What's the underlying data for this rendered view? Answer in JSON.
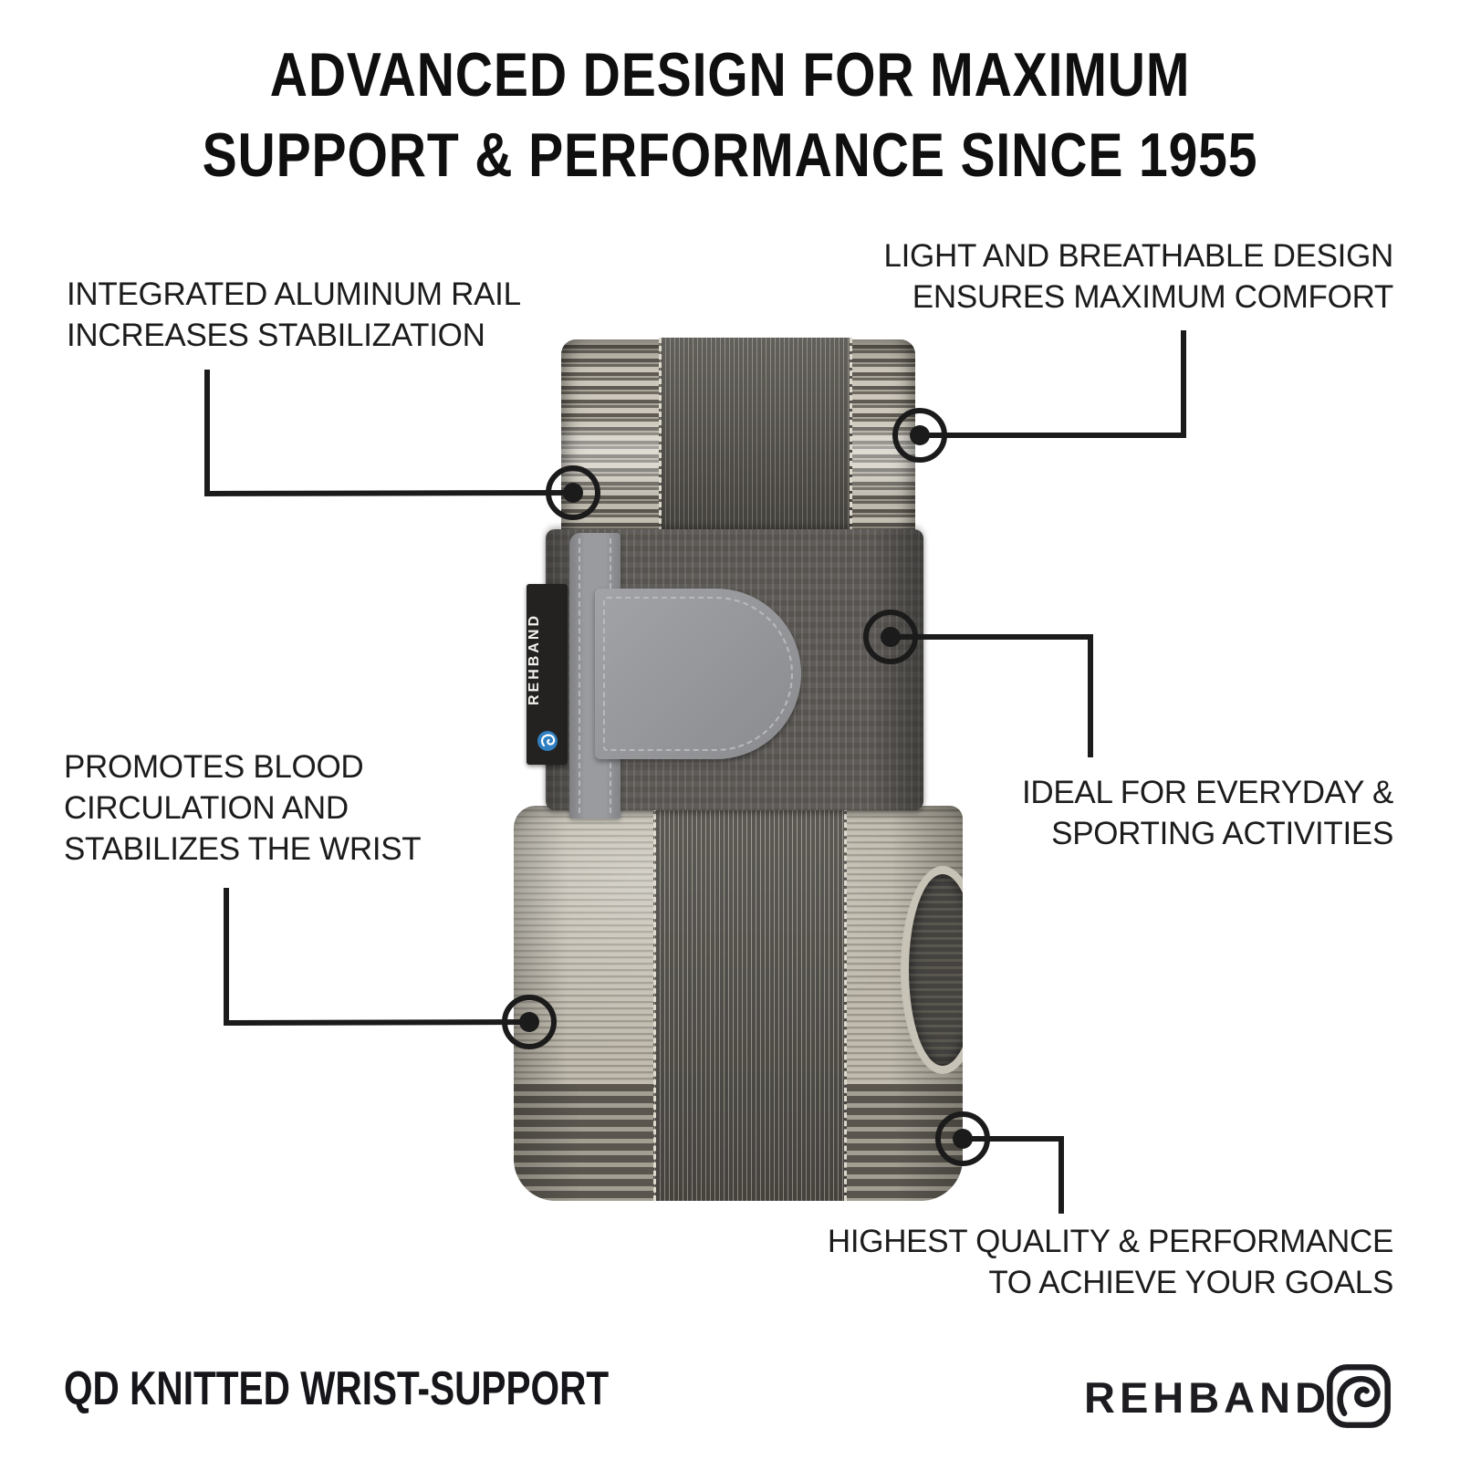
{
  "title": {
    "line1": "ADVANCED DESIGN FOR MAXIMUM",
    "line2": "SUPPORT & PERFORMANCE SINCE 1955"
  },
  "callouts": [
    {
      "id": "aluminum-rail",
      "lines": [
        "INTEGRATED ALUMINUM RAIL",
        "INCREASES STABILIZATION"
      ]
    },
    {
      "id": "breathable-design",
      "lines": [
        "LIGHT AND BREATHABLE DESIGN",
        "ENSURES MAXIMUM COMFORT"
      ]
    },
    {
      "id": "blood-circulation",
      "lines": [
        "PROMOTES BLOOD",
        "CIRCULATION AND",
        "STABILIZES THE WRIST"
      ]
    },
    {
      "id": "everyday-sporting",
      "lines": [
        "IDEAL FOR EVERYDAY &",
        "SPORTING ACTIVITIES"
      ]
    },
    {
      "id": "highest-quality",
      "lines": [
        "HIGHEST QUALITY & PERFORMANCE",
        "TO ACHIEVE YOUR GOALS"
      ]
    }
  ],
  "product_label": {
    "text": "REHBAND"
  },
  "footer": {
    "product_name": "QD KNITTED WRIST-SUPPORT",
    "brand_wordmark": "REHBAND"
  },
  "colors": {
    "ink": "#1b1b1b",
    "brand_blue": "#2f7fc1",
    "knit_light": "#c2bdb1",
    "knit_dark": "#55524d",
    "strap_gray": "#97989b"
  }
}
